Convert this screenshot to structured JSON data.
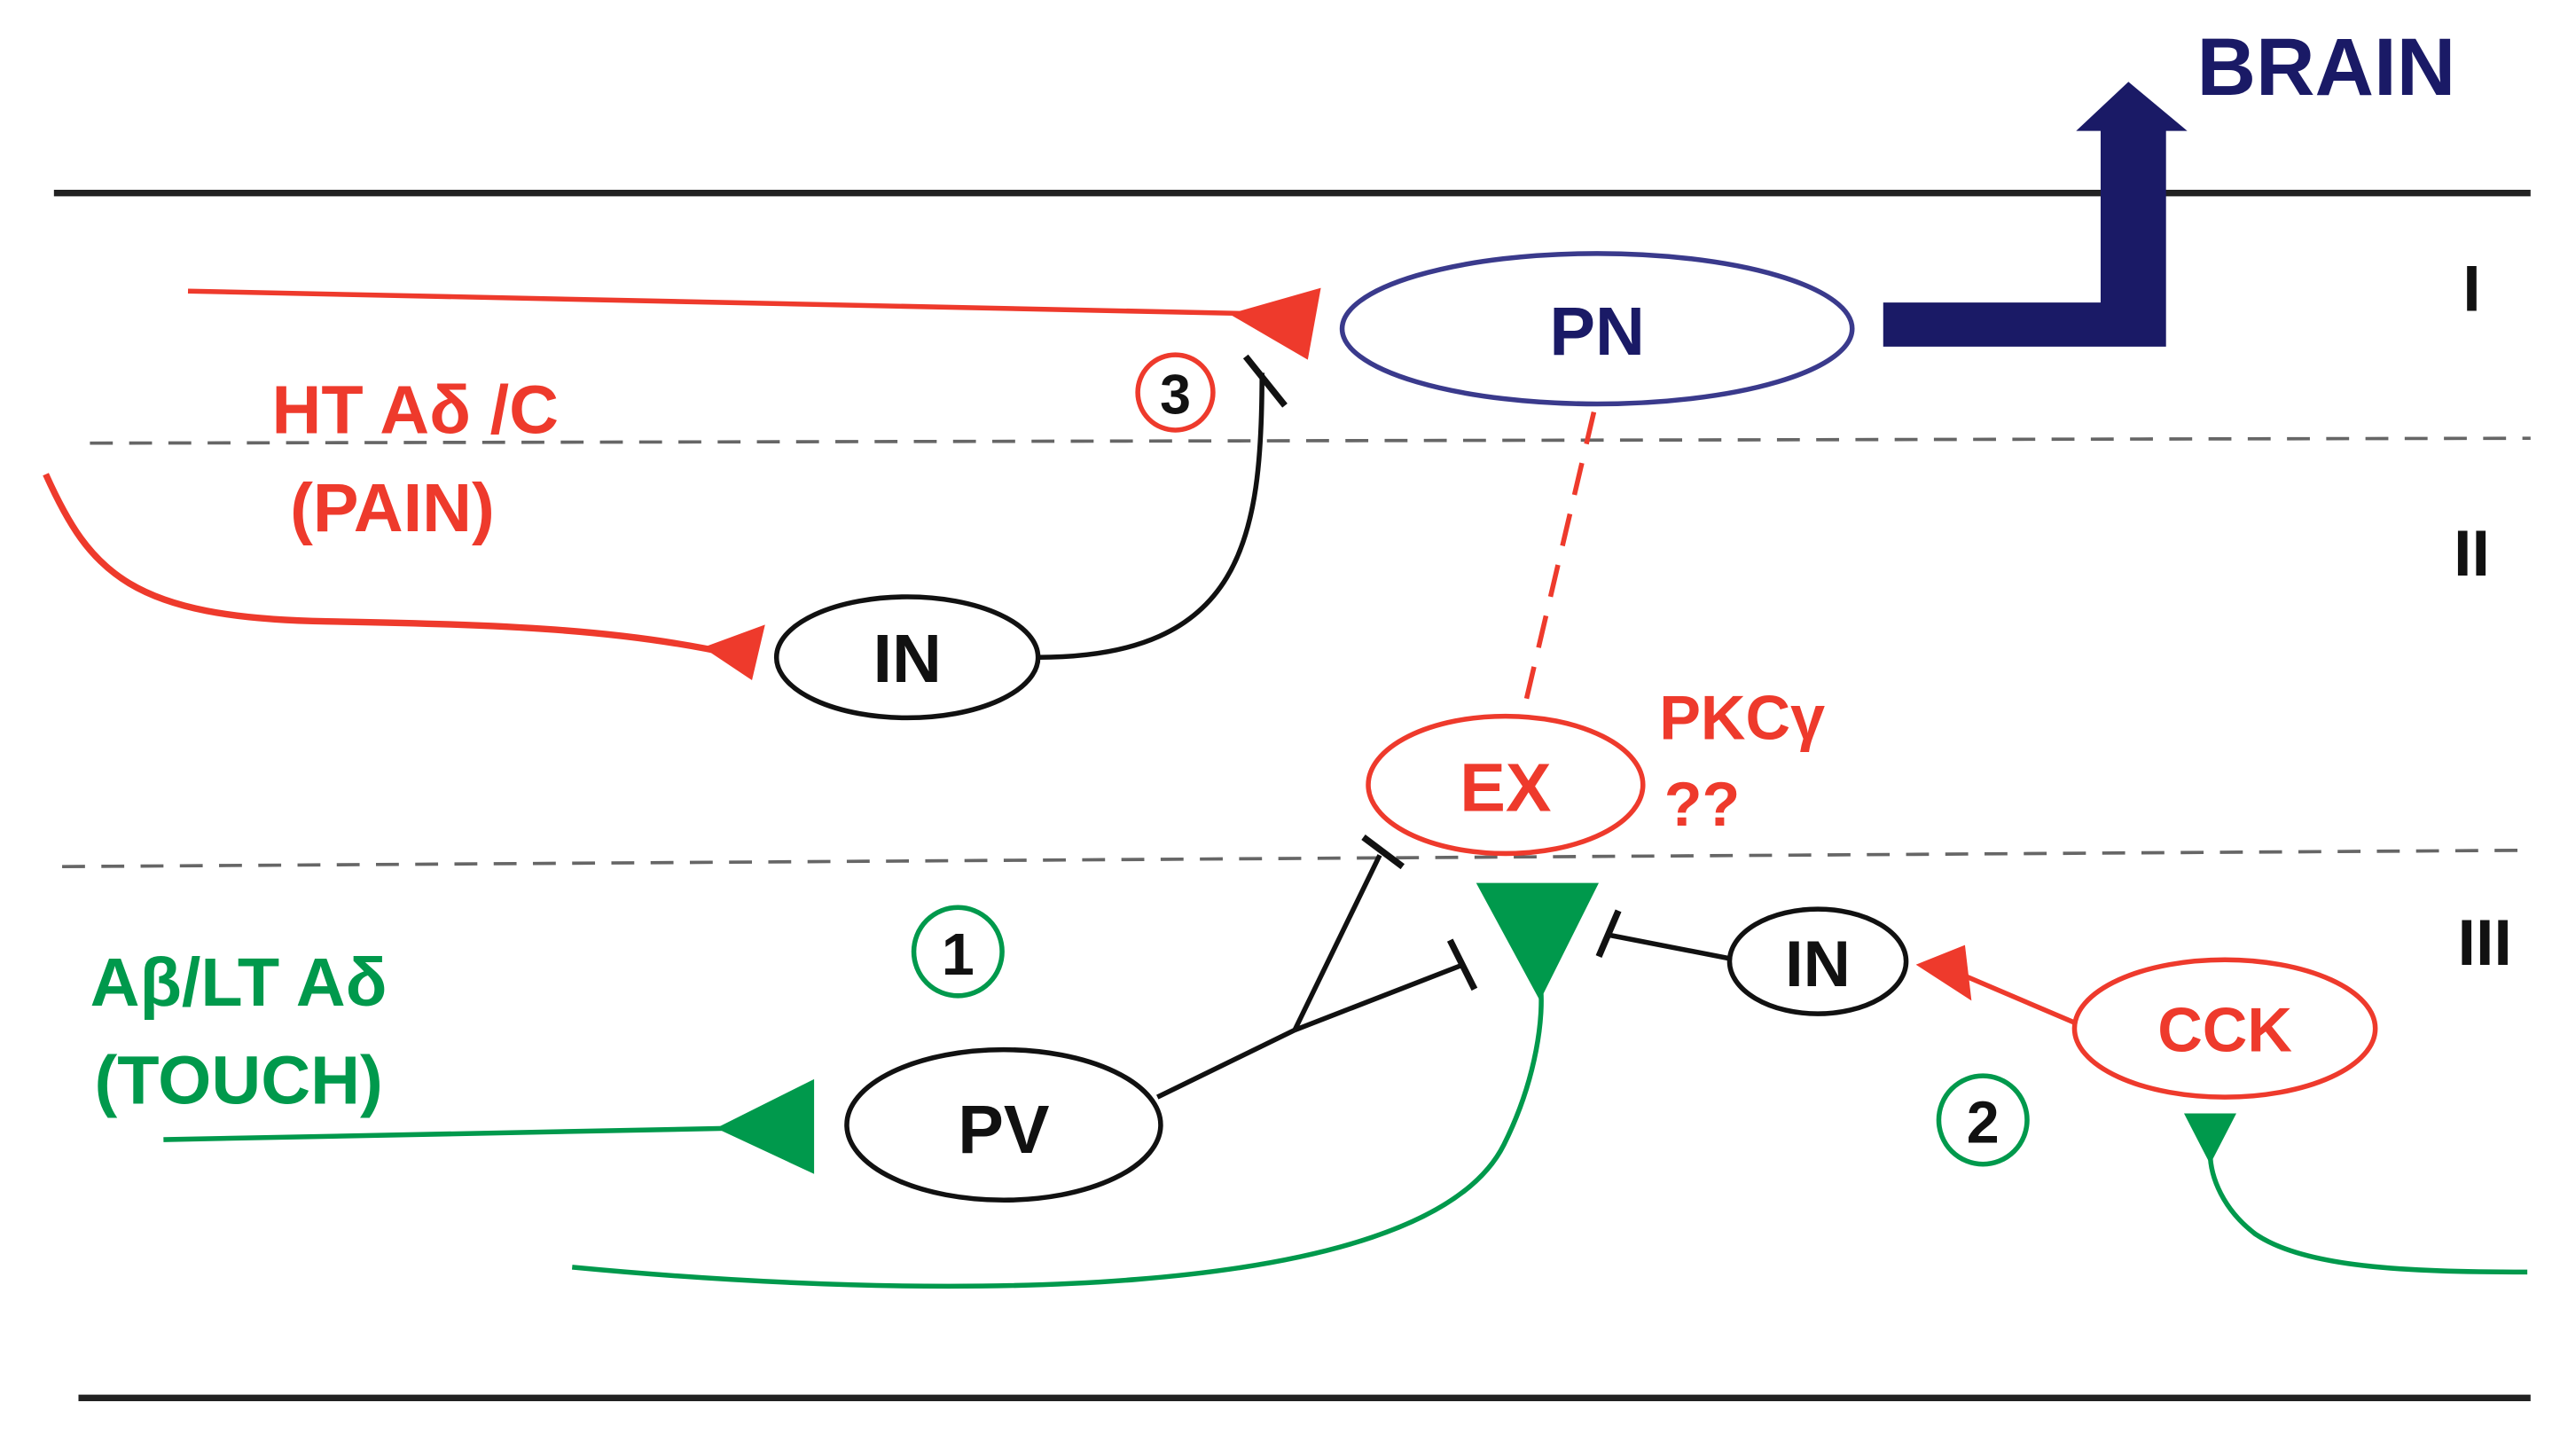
{
  "brain_label": "BRAIN",
  "laminae": {
    "lamina_1": "I",
    "lamina_2": "II",
    "lamina_3": "III"
  },
  "afferents": {
    "pain_line1": "HT Aδ /C",
    "pain_line2": "(PAIN)",
    "touch_line1": "Aβ/LT Aδ",
    "touch_line2": "(TOUCH)"
  },
  "neurons": {
    "pn": "PN",
    "in_lamina2": "IN",
    "ex": "EX",
    "pv": "PV",
    "in_lamina3": "IN",
    "cck": "CCK"
  },
  "annotations": {
    "pkc_line1": "PKCγ",
    "pkc_line2": "??"
  },
  "pathway_markers": {
    "marker_1": "1",
    "marker_2": "2",
    "marker_3": "3"
  },
  "colors": {
    "nociceptive": "#ee3a2c",
    "touch": "#00994c",
    "projection": "#1a1a66",
    "interneuron": "#111111"
  }
}
